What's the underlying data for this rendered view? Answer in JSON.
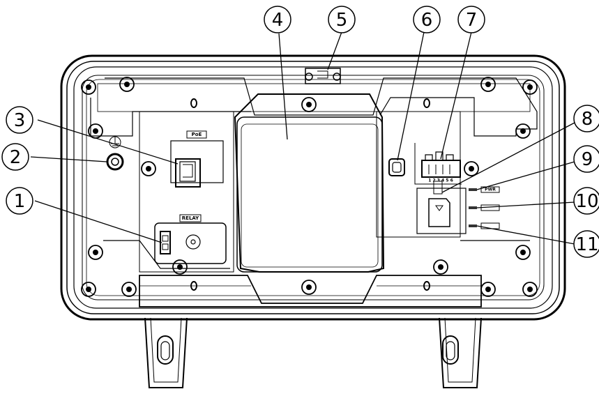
{
  "callouts": [
    "1",
    "2",
    "3",
    "4",
    "5",
    "6",
    "7",
    "8",
    "9",
    "10",
    "11"
  ],
  "port_labels": {
    "poe": "PoE",
    "relay": "RELAY",
    "dip_numbers": "1 2 3 4 5 6",
    "led_pwr": "PWR"
  },
  "colors": {
    "line": "#000000",
    "background": "#ffffff",
    "led_slot": "#333333"
  }
}
